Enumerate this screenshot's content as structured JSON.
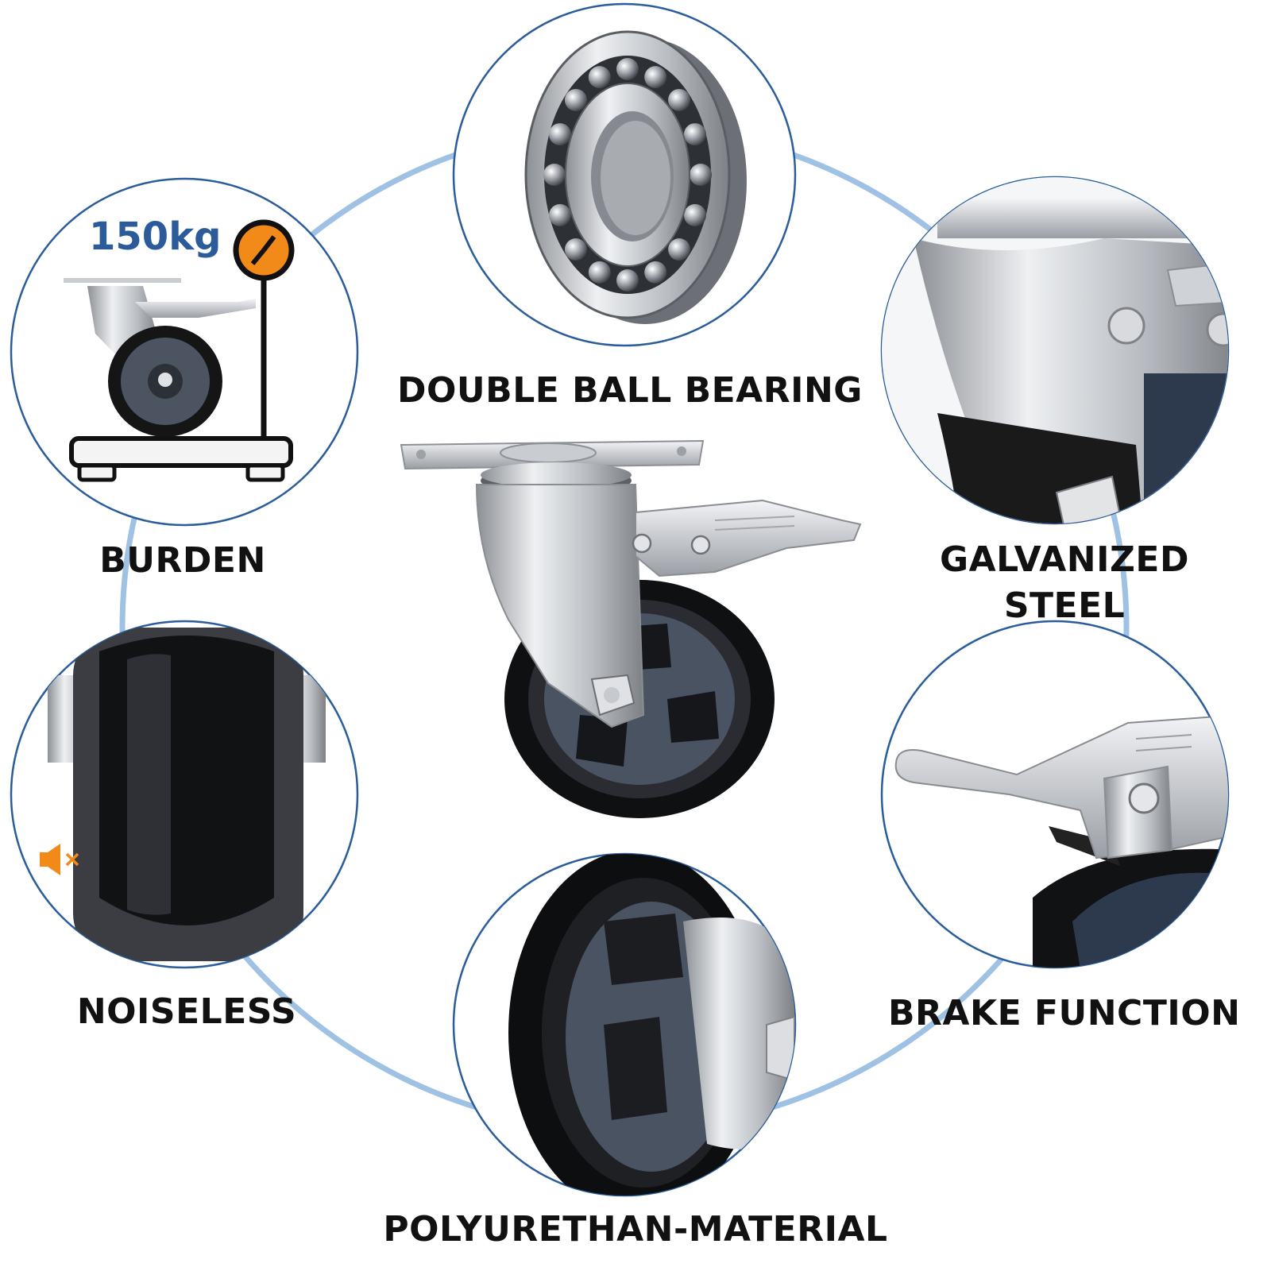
{
  "colors": {
    "ring": "#9fc1e3",
    "circle_border": "#2a5d9a",
    "accent_orange": "#f28a1a",
    "weight_text": "#2c5b9a",
    "label_text": "#111111"
  },
  "features": {
    "bearing": {
      "label": "DOUBLE BALL BEARING",
      "icon": "ball-bearing-icon"
    },
    "burden": {
      "label": "BURDEN",
      "weight": "150kg",
      "icon": "scale-icon"
    },
    "galvanized": {
      "label_line1": "GALVANIZED",
      "label_line2": "STEEL",
      "icon": "steel-bracket-icon"
    },
    "noiseless": {
      "label": "NOISELESS",
      "icon": "speaker-mute-icon"
    },
    "brake": {
      "label": "BRAKE FUNCTION",
      "icon": "brake-lever-icon"
    },
    "polyurethane": {
      "label": "POLYURETHAN-MATERIAL",
      "icon": "wheel-icon"
    }
  }
}
